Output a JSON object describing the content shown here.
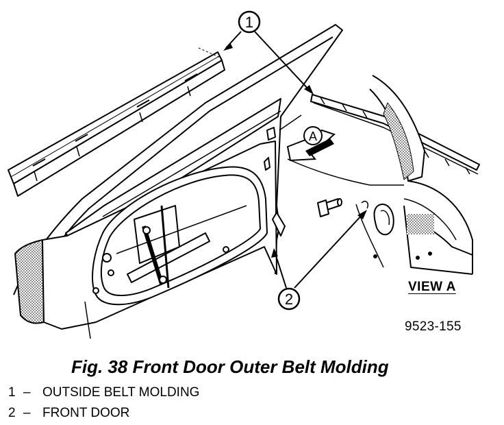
{
  "figure": {
    "callouts": [
      {
        "number": "1"
      },
      {
        "number": "2"
      }
    ],
    "view_detail_marker": "A",
    "view_label": "VIEW A",
    "figure_number": "9523-155",
    "caption": "Fig. 38 Front Door Outer Belt Molding"
  },
  "legend": [
    {
      "number": "1",
      "separator": "–",
      "text": "OUTSIDE BELT MOLDING"
    },
    {
      "number": "2",
      "separator": "–",
      "text": "FRONT DOOR"
    }
  ]
}
